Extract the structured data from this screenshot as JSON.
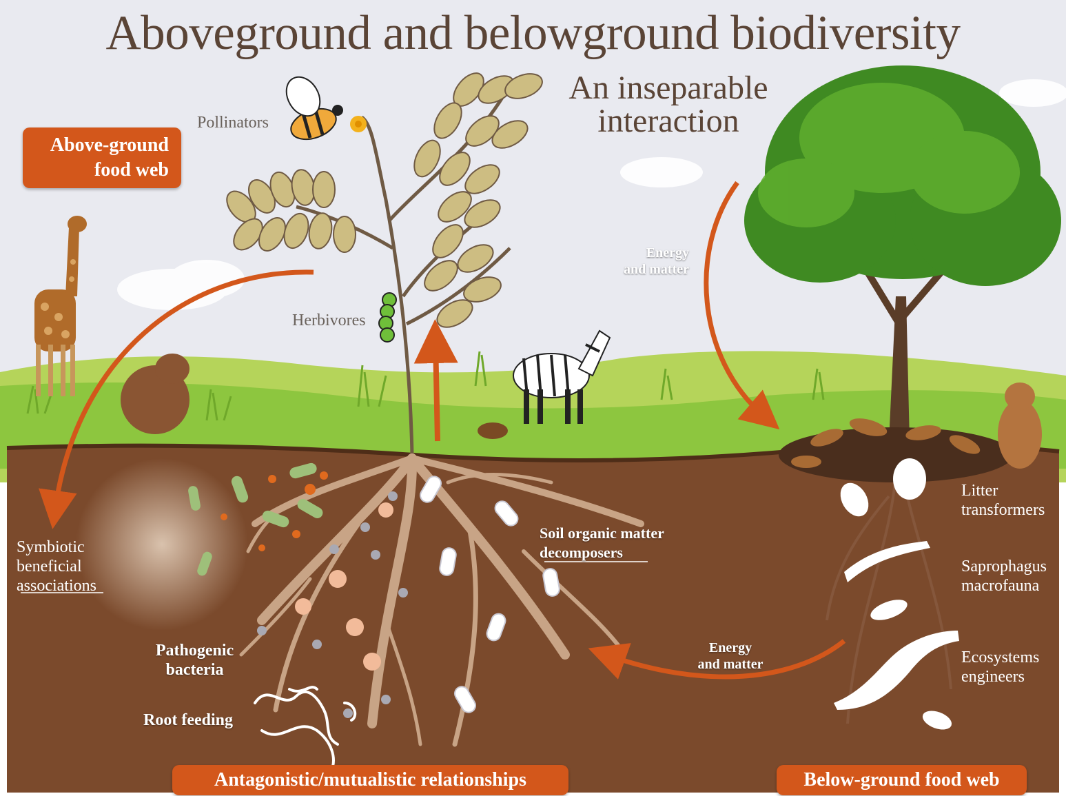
{
  "title": "Aboveground and belowground biodiversity",
  "subtitle_line1": "An inseparable",
  "subtitle_line2": "interaction",
  "above_ground_tag_line1": "Above-ground",
  "above_ground_tag_line2": "food web",
  "below_ground_tag": "Below-ground food web",
  "relationships_tag": "Antagonistic/mutualistic relationships",
  "labels": {
    "pollinators": "Pollinators",
    "herbivores": "Herbivores",
    "energy_top_1": "Energy",
    "energy_top_2": "and matter",
    "energy_bottom_1": "Energy",
    "energy_bottom_2": "and matter",
    "symbiotic_1": "Symbiotic",
    "symbiotic_2": "beneficial",
    "symbiotic_3": "associations",
    "pathogenic_1": "Pathogenic",
    "pathogenic_2": "bacteria",
    "root_feeding": "Root feeding",
    "soil_om_1": "Soil organic matter",
    "soil_om_2": "decomposers",
    "litter_1": "Litter",
    "litter_2": "transformers",
    "sapro_1": "Saprophagus",
    "sapro_2": "macrofauna",
    "eco_1": "Ecosystems",
    "eco_2": "engineers"
  },
  "colors": {
    "sky": "#e9eaf0",
    "grass": "#8dc63f",
    "soil": "#7b4a2c",
    "orange_accent": "#d3571b",
    "root": "#c8a486",
    "leaf": "#cdbd82"
  }
}
